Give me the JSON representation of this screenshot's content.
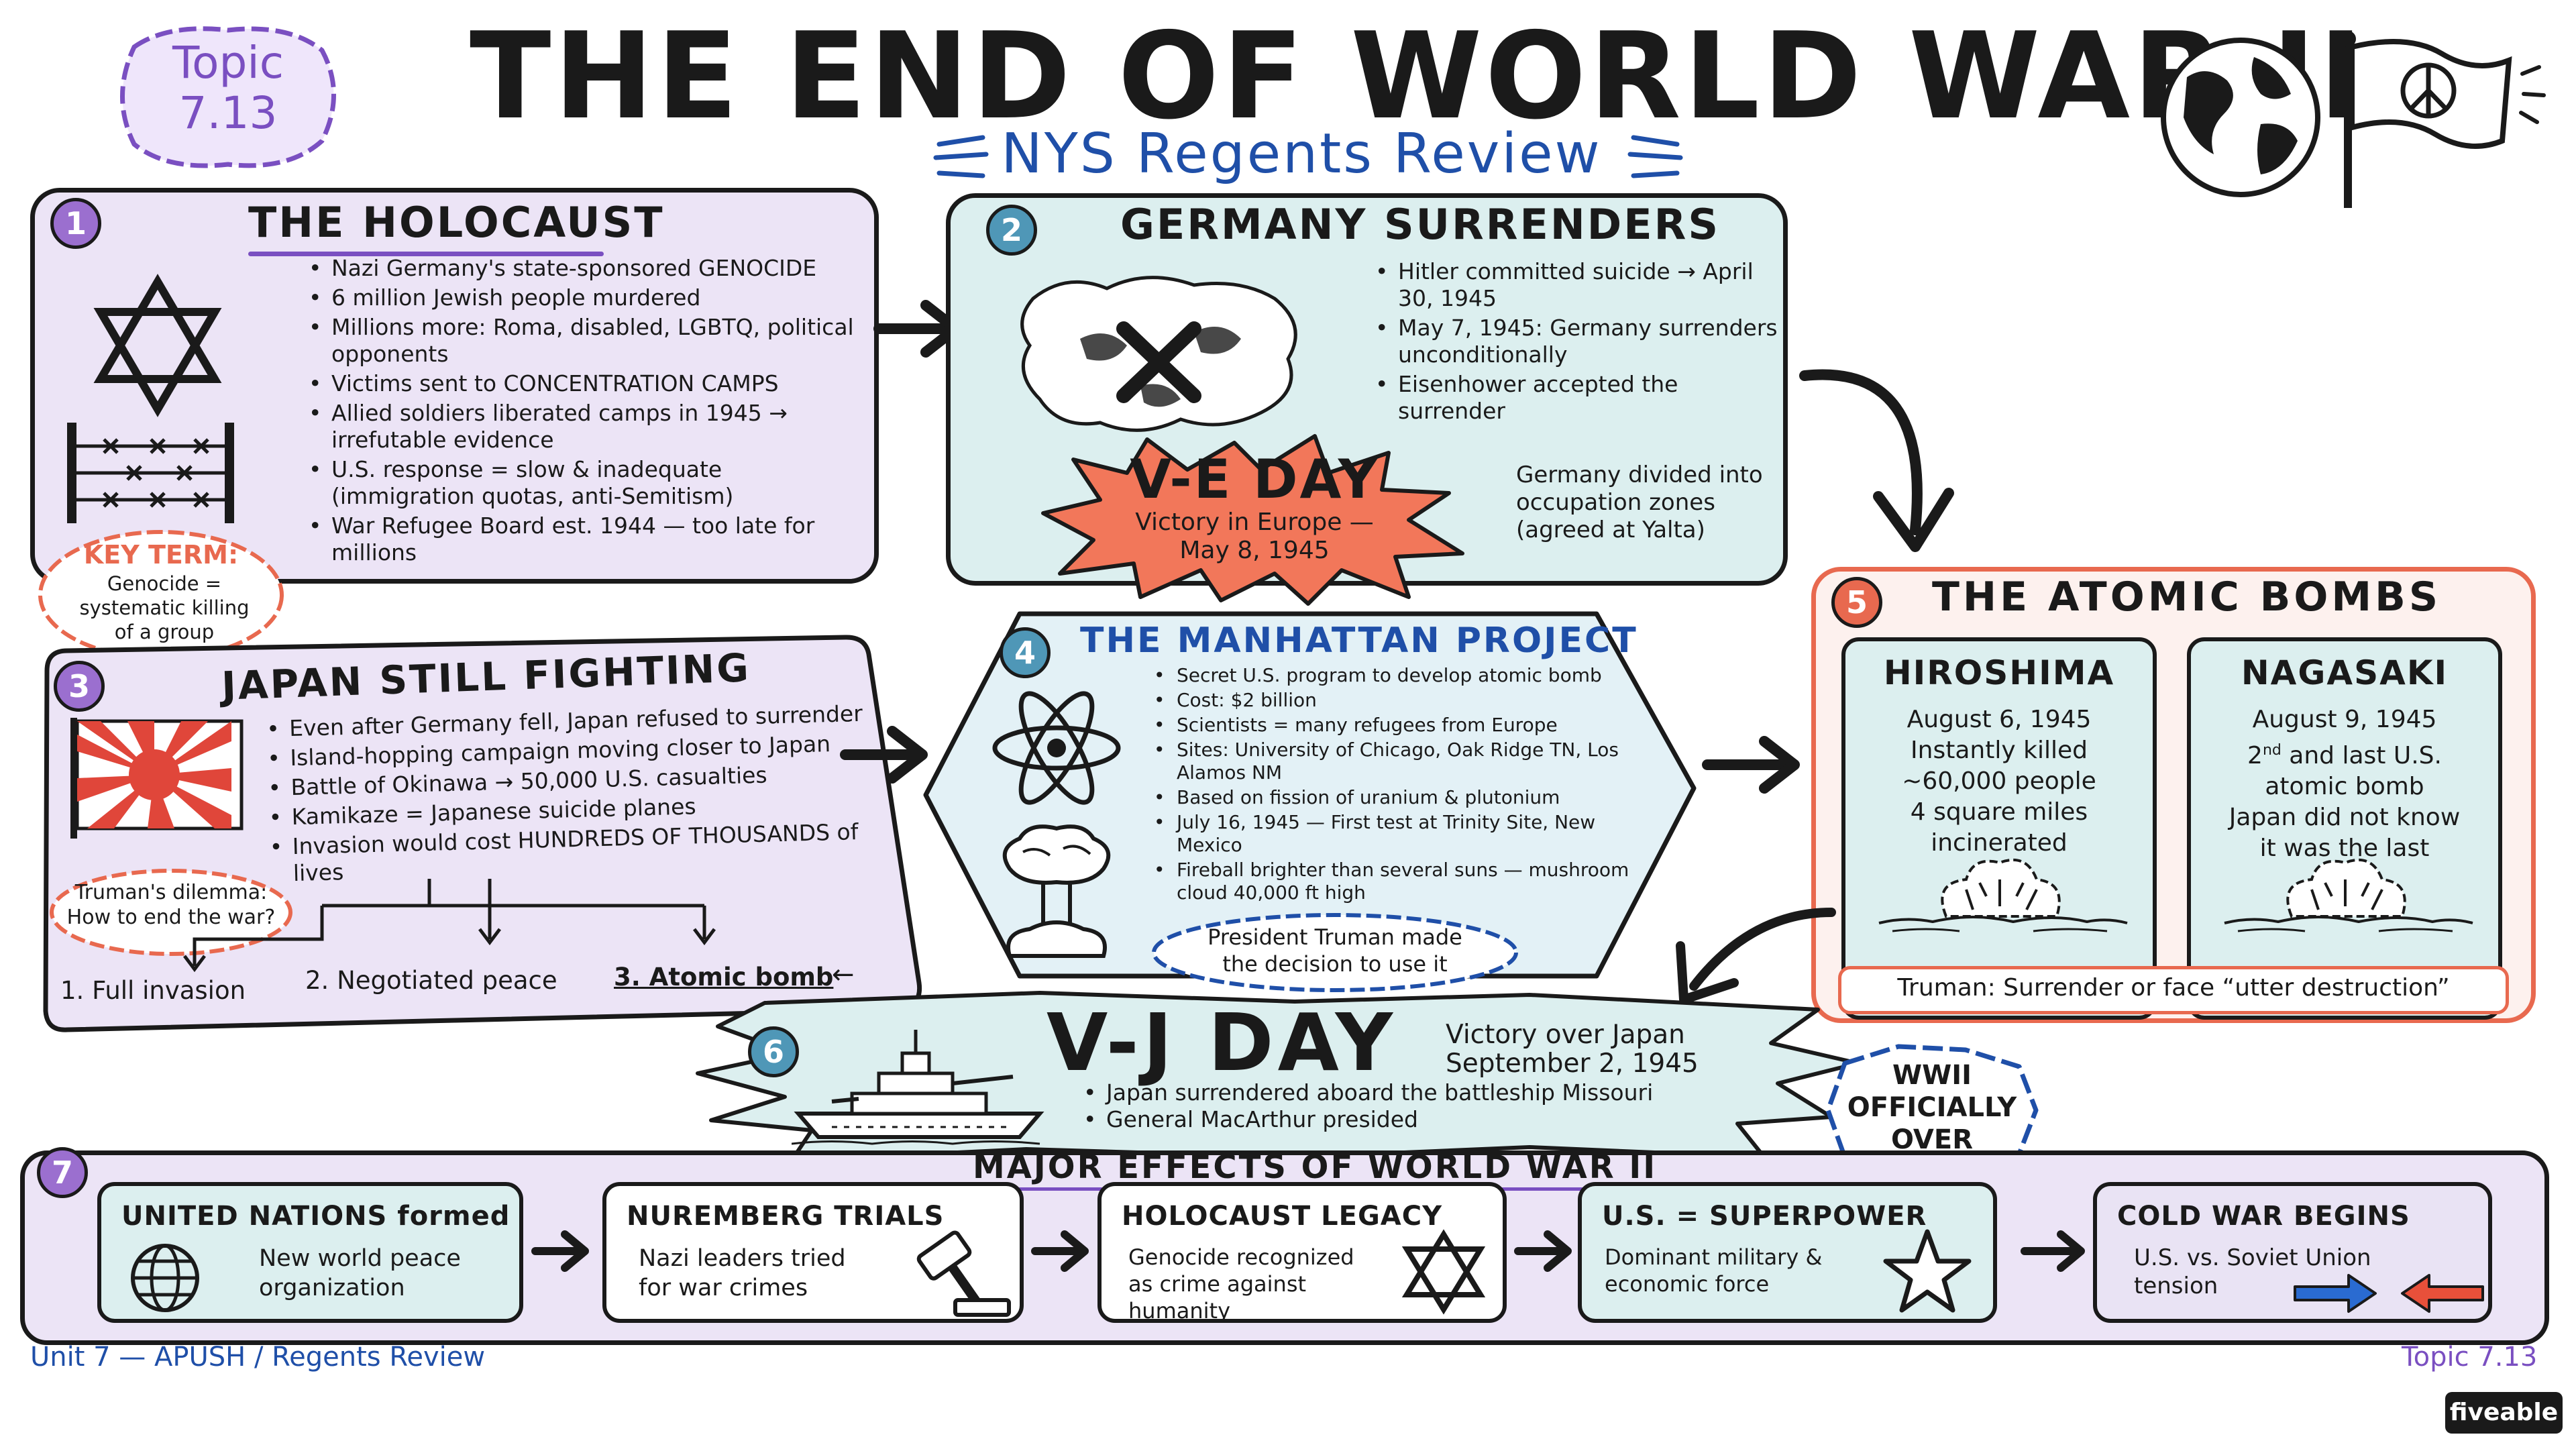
{
  "header": {
    "topic_badge_line1": "Topic",
    "topic_badge_line2": "7.13",
    "title": "THE END OF WORLD WAR II",
    "subtitle": "NYS Regents Review"
  },
  "holocaust": {
    "num": "1",
    "title": "THE HOLOCAUST",
    "bullets": [
      "Nazi Germany's state-sponsored GENOCIDE",
      "6 million Jewish people murdered",
      "Millions more: Roma, disabled, LGBTQ, political opponents",
      "Victims sent to CONCENTRATION CAMPS",
      "Allied soldiers liberated camps in 1945 → irrefutable evidence",
      "U.S. response = slow & inadequate (immigration quotas, anti-Semitism)",
      "War Refugee Board est. 1944 — too late for millions"
    ],
    "key_term_title": "KEY TERM:",
    "key_term_text": "Genocide = systematic killing of a group"
  },
  "germany": {
    "num": "2",
    "title": "GERMANY SURRENDERS",
    "bullets": [
      "Hitler committed suicide → April 30, 1945",
      "May 7, 1945: Germany surrenders unconditionally",
      "Eisenhower accepted the surrender"
    ],
    "ve_title": "V-E DAY",
    "ve_line1": "Victory in Europe —",
    "ve_line2": "May 8, 1945",
    "divided_note": "Germany divided into occupation zones (agreed at Yalta)"
  },
  "japan": {
    "num": "3",
    "title": "JAPAN STILL FIGHTING",
    "bullets": [
      "Even after Germany fell, Japan refused to surrender",
      "Island-hopping campaign moving closer to Japan",
      "Battle of Okinawa → 50,000 U.S. casualties",
      "Kamikaze = Japanese suicide planes",
      "Invasion would cost HUNDREDS OF THOUSANDS of lives"
    ],
    "dilemma_line1": "Truman's dilemma:",
    "dilemma_line2": "How to end the war?",
    "option1": "1. Full invasion",
    "option2": "2. Negotiated peace",
    "option3": "3. Atomic bomb",
    "option3_arrow": "←"
  },
  "manhattan": {
    "num": "4",
    "title": "THE MANHATTAN PROJECT",
    "bullets": [
      "Secret U.S. program to develop atomic bomb",
      "Cost: $2 billion",
      "Scientists = many refugees from Europe",
      "Sites: University of Chicago, Oak Ridge TN, Los Alamos NM",
      "Based on fission of uranium & plutonium",
      "July 16, 1945 — First test at Trinity Site, New Mexico",
      "Fireball brighter than several suns — mushroom cloud 40,000 ft high"
    ],
    "truman_line1": "President Truman made",
    "truman_line2": "the decision to use it"
  },
  "atomic": {
    "num": "5",
    "title": "THE ATOMIC BOMBS",
    "hiroshima": {
      "title": "HIROSHIMA",
      "lines": [
        "August 6, 1945",
        "Instantly killed",
        "~60,000 people",
        "4 square miles",
        "incinerated"
      ]
    },
    "nagasaki": {
      "title": "NAGASAKI",
      "line1": "August 9, 1945",
      "line2_pre": "2",
      "line2_sup": "nd",
      "line2_post": " and last U.S.",
      "line3": "atomic bomb",
      "line4": "Japan did not know",
      "line5": "it was the last"
    },
    "truman_quote": "Truman: Surrender or face “utter destruction”"
  },
  "vj": {
    "num": "6",
    "title": "V-J DAY",
    "date_line1": "Victory over Japan",
    "date_line2": "September 2, 1945",
    "bullets": [
      "Japan surrendered aboard the battleship Missouri",
      "General MacArthur presided"
    ],
    "over_line1": "WWII",
    "over_line2": "OFFICIALLY",
    "over_line3": "OVER"
  },
  "effects": {
    "num": "7",
    "title": "MAJOR EFFECTS OF WORLD WAR II",
    "items": [
      {
        "title": "UNITED NATIONS formed",
        "desc": "New world peace organization"
      },
      {
        "title": "NUREMBERG TRIALS",
        "desc": "Nazi leaders tried for war crimes"
      },
      {
        "title": "HOLOCAUST LEGACY",
        "desc": "Genocide recognized as crime against humanity"
      },
      {
        "title": "U.S. = SUPERPOWER",
        "desc": "Dominant military & economic force"
      },
      {
        "title": "COLD WAR BEGINS",
        "desc": "U.S. vs. Soviet Union tension"
      }
    ]
  },
  "footer": {
    "left": "Unit 7 — APUSH / Regents Review",
    "right": "Topic 7.13",
    "brand": "fiveable"
  },
  "colors": {
    "purple_bg": "#ece4f6",
    "blue_bg": "#dcefef",
    "accent_blue": "#1f4fa8",
    "accent_red": "#e8694f",
    "accent_purple": "#7a4fc1"
  }
}
